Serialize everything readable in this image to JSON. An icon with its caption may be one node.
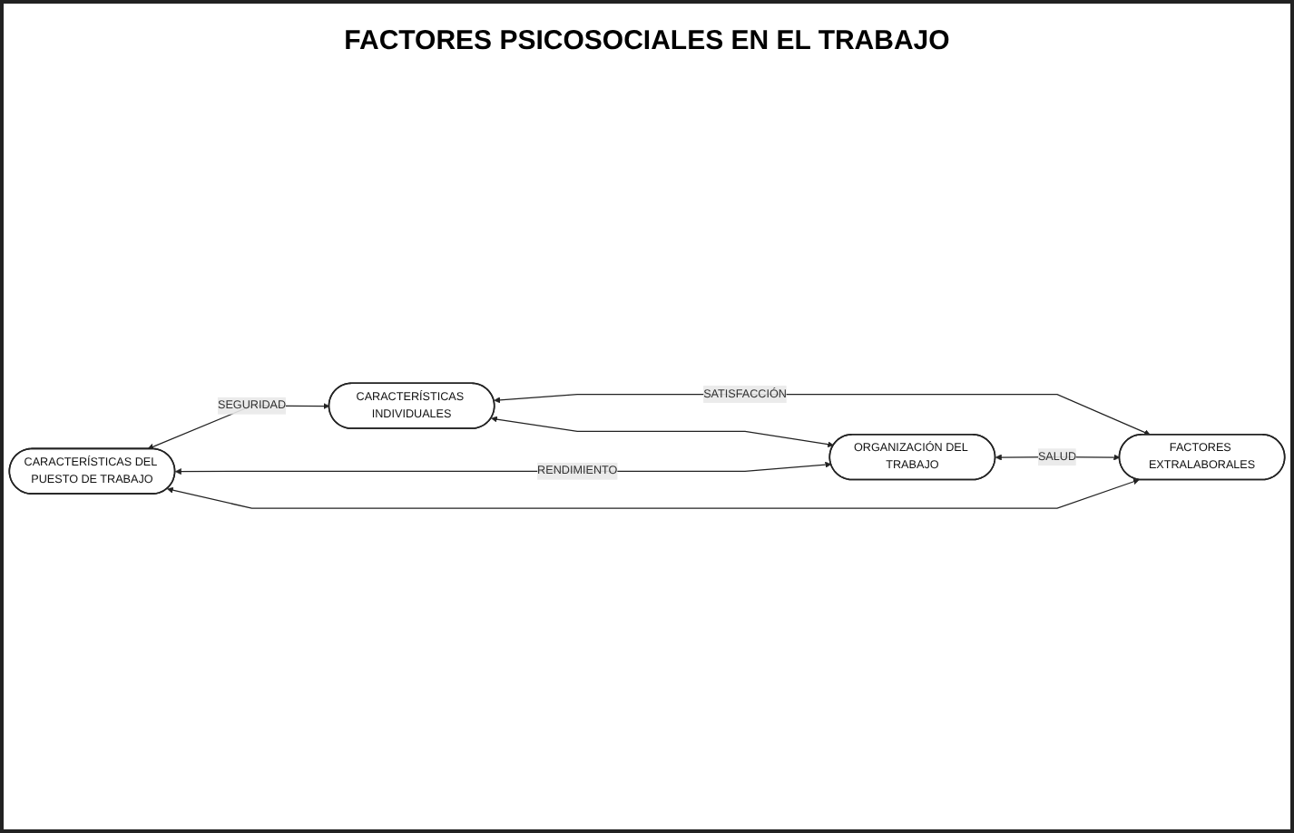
{
  "diagram": {
    "title": "FACTORES PSICOSOCIALES EN EL TRABAJO",
    "nodes": [
      {
        "text": [
          "CARACTERÍSTICAS DEL PUESTO DE TRABAJO"
        ]
      },
      {
        "text": [
          "CARACTERÍSTICAS INDIVIDUALES"
        ]
      },
      {
        "text": [
          "ORGANIZACIÓN DEL TRABAJO"
        ]
      },
      {
        "text": [
          "FACTORES EXTRALABORALES"
        ]
      }
    ],
    "edges": [
      {
        "from": 0,
        "to": 1,
        "arrow": "both",
        "label": "SEGURIDAD"
      },
      {
        "from": 0,
        "to": 2,
        "arrow": "both",
        "label": "RENDIMIENTO"
      },
      {
        "from": 1,
        "to": 3,
        "arrow": "both",
        "label": "SATISFACCIÓN"
      },
      {
        "from": 2,
        "to": 3,
        "arrow": "both",
        "label": "SALUD"
      },
      {
        "from": 0,
        "to": 3,
        "arrow": "both"
      },
      {
        "from": 1,
        "to": 2,
        "arrow": "both"
      }
    ]
  }
}
